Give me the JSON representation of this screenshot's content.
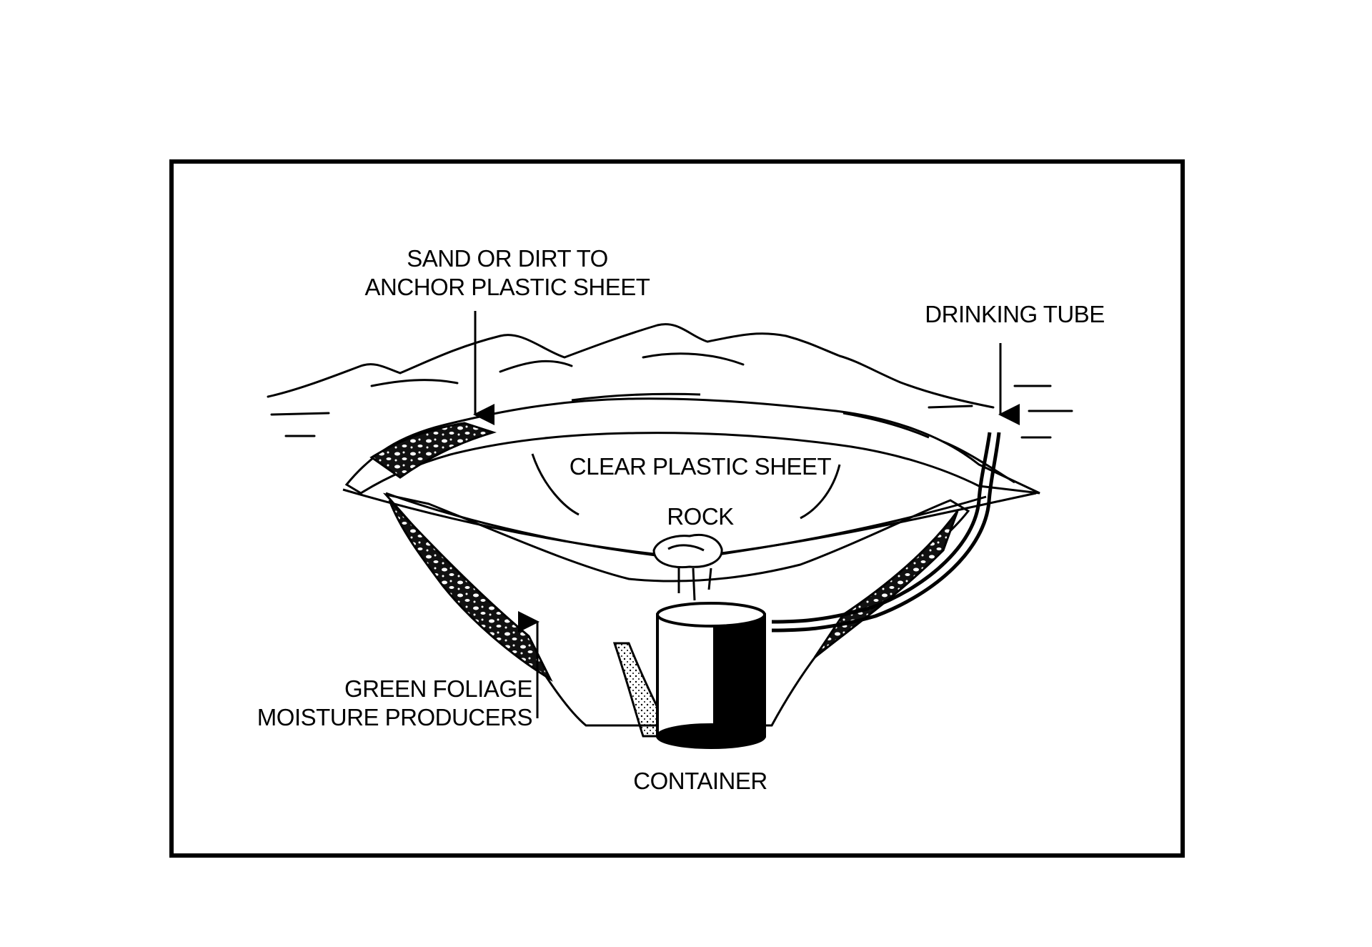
{
  "figure": {
    "labels": {
      "sand_line1": "SAND OR DIRT TO",
      "sand_line2": "ANCHOR PLASTIC SHEET",
      "drinking_tube": "DRINKING TUBE",
      "clear_plastic_sheet": "CLEAR PLASTIC SHEET",
      "rock": "ROCK",
      "green_line1": "GREEN FOLIAGE",
      "green_line2": "MOISTURE PRODUCERS",
      "container": "CONTAINER"
    },
    "colors": {
      "ink": "#000000",
      "paper": "#ffffff"
    }
  }
}
